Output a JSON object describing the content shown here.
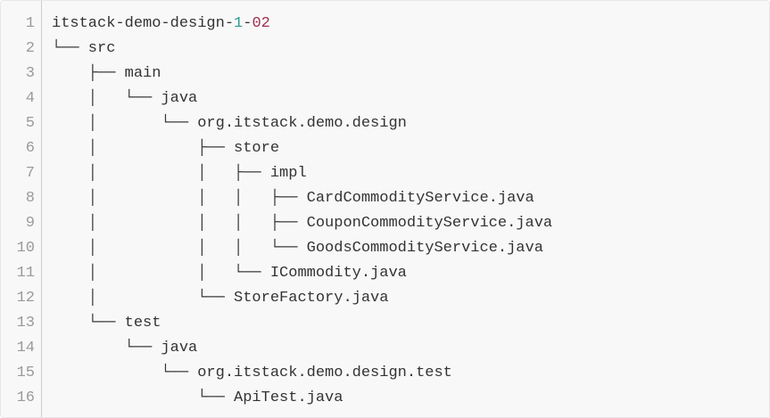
{
  "colors": {
    "block_background": "#f8f8f8",
    "block_border": "#e7e7e7",
    "gutter_text": "#9a9a9a",
    "gutter_separator": "#cccccc",
    "code_text": "#333333",
    "number_teal": "#2d9b96",
    "number_red": "#9e3150"
  },
  "code_block": {
    "kind": "directory-tree-listing",
    "line1": {
      "num": "1",
      "tokens": [
        {
          "text": "itstack-demo-design-"
        },
        {
          "text": "1"
        },
        {
          "text": "-"
        },
        {
          "text": "02"
        }
      ]
    },
    "lines": [
      {
        "num": "2",
        "text": "└── src"
      },
      {
        "num": "3",
        "text": "    ├── main"
      },
      {
        "num": "4",
        "text": "    │   └── java"
      },
      {
        "num": "5",
        "text": "    │       └── org.itstack.demo.design"
      },
      {
        "num": "6",
        "text": "    │           ├── store"
      },
      {
        "num": "7",
        "text": "    │           │   ├── impl"
      },
      {
        "num": "8",
        "text": "    │           │   │   ├── CardCommodityService.java"
      },
      {
        "num": "9",
        "text": "    │           │   │   ├── CouponCommodityService.java"
      },
      {
        "num": "10",
        "text": "    │           │   │   └── GoodsCommodityService.java"
      },
      {
        "num": "11",
        "text": "    │           │   └── ICommodity.java"
      },
      {
        "num": "12",
        "text": "    │           └── StoreFactory.java"
      },
      {
        "num": "13",
        "text": "    └── test"
      },
      {
        "num": "14",
        "text": "        └── java"
      },
      {
        "num": "15",
        "text": "            └── org.itstack.demo.design.test"
      },
      {
        "num": "16",
        "text": "                └── ApiTest.java"
      }
    ]
  }
}
